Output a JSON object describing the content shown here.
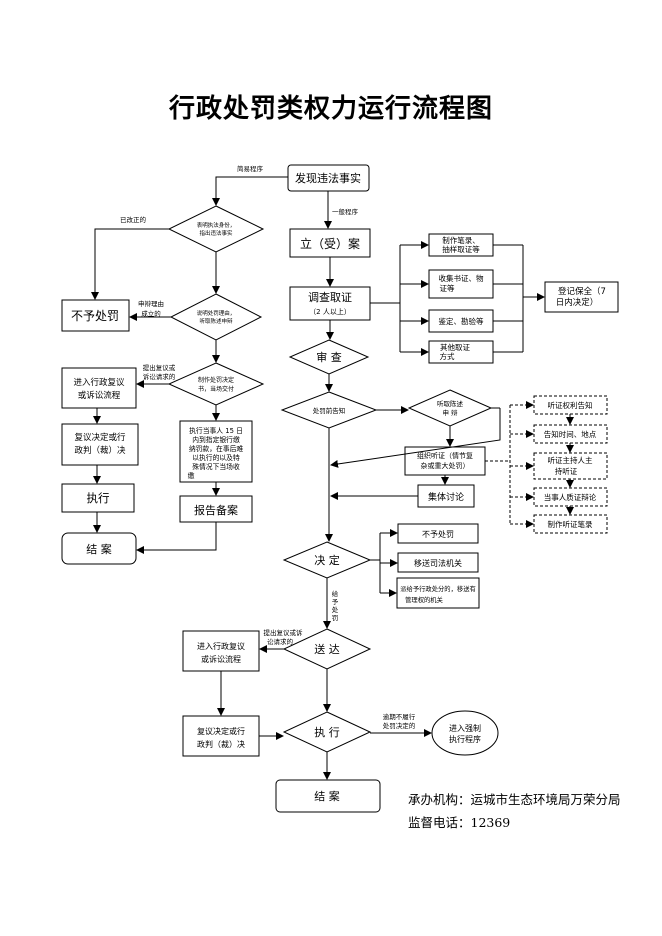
{
  "title": "行政处罚类权力运行流程图",
  "nodes": {
    "discover": "发现违法事实",
    "simple_label": "简易程序",
    "general_label": "一般程序",
    "d1_l1": "表明执法身份，",
    "d1_l2": "指出违法事实",
    "corrected": "已改正的",
    "no_penalty_left": "不予处罚",
    "defense_l1": "申辩理由",
    "defense_l2": "成立的",
    "d2_l1": "说明处罚理由，",
    "d2_l2": "听取陈述申辩",
    "recon_req_l1": "提出复议或",
    "recon_req_l2": "诉讼请求的",
    "d3_l1": "制作处罚决定",
    "d3_l2": "书，当场交付",
    "enter_recon_l1": "进入行政复议",
    "enter_recon_l2": "或诉讼流程",
    "recon_result_l1": "复议决定或行",
    "recon_result_l2": "政判（裁）决",
    "execute_left": "执行",
    "pay_l1": "执行当事人 15 日",
    "pay_l2": "内到指定银行缴",
    "pay_l3": "纳罚款，在事后难",
    "pay_l4": "以执行的以及特",
    "pay_l5": "殊情况下当场收",
    "pay_l6": "缴",
    "report": "报告备案",
    "close_left": "结  案",
    "file_case": "立（受）案",
    "investigate": "调查取证",
    "investigate_sub": "（2 人以上）",
    "ev1_l1": "制作笔录、",
    "ev1_l2": "抽样取证等",
    "ev2_l1": "收集书证、物",
    "ev2_l2": "证等",
    "ev3": "鉴定、勘验等",
    "ev4_l1": "其他取证",
    "ev4_l2": "方式",
    "preserve_l1": "登记保全（7",
    "preserve_l2": "日内决定）",
    "review": "审  查",
    "pre_notice": "处罚前告知",
    "hear_defense_l1": "听取陈述",
    "hear_defense_l2": "申  辩",
    "hearing_l1": "组织听证（情节复",
    "hearing_l2": "杂或重大处罚）",
    "collective": "集体讨论",
    "h1": "听证权利告知",
    "h2": "告知时间、地点",
    "h3_l1": "听证主持人主",
    "h3_l2": "持听证",
    "h4": "当事人质证辩论",
    "h5": "制作听证笔录",
    "decide": "决  定",
    "no_penalty": "不予处罚",
    "transfer": "移送司法机关",
    "other_l1": "派给予行政处分的，移送有",
    "other_l2": "管理权的机关",
    "give_penalty": "给予处罚",
    "deliver": "送  达",
    "recon_req2_l1": "提出复议或诉",
    "recon_req2_l2": "讼请求的",
    "enter_recon2_l1": "进入行政复议",
    "enter_recon2_l2": "或诉讼流程",
    "recon_result2_l1": "复议决定或行",
    "recon_result2_l2": "政判（裁）决",
    "execute": "执  行",
    "overdue_l1": "逾期不履行",
    "overdue_l2": "处罚决定的",
    "force_l1": "进入强制",
    "force_l2": "执行程序",
    "close": "结  案"
  },
  "footer": {
    "org": "承办机构：运城市生态环境局万荣分局",
    "phone": "监督电话：12369"
  }
}
